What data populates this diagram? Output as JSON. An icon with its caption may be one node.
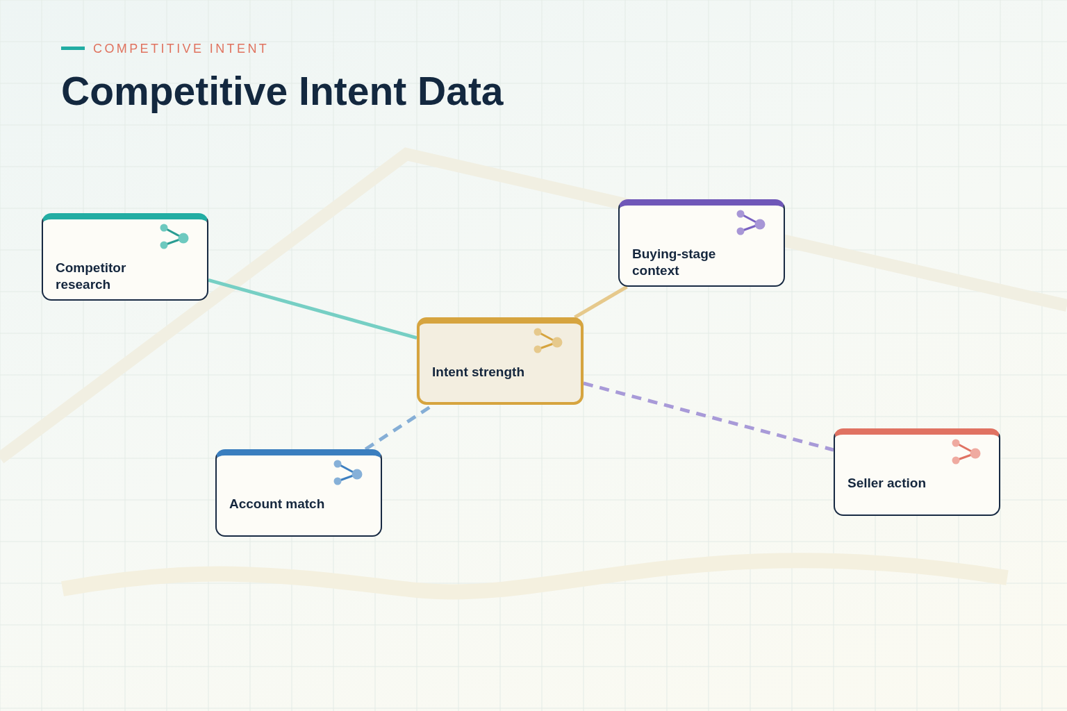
{
  "diagram": {
    "title": "Competitive Intent Data",
    "nodes": [
      {
        "text": [
          "Competitor research"
        ]
      },
      {
        "text": [
          "Buying-stage context"
        ]
      },
      {
        "text": [
          "Intent strength"
        ]
      },
      {
        "text": [
          "Account match"
        ]
      },
      {
        "text": [
          "Seller action"
        ]
      }
    ],
    "edges": [
      {
        "from": 0,
        "to": 2,
        "arrow": "none",
        "color": "#76cfc4"
      },
      {
        "from": 1,
        "to": 2,
        "arrow": "none",
        "color": "#e6c98c"
      },
      {
        "from": 3,
        "to": 2,
        "arrow": "none",
        "style": "dashed",
        "color": "#85aed6"
      },
      {
        "from": 2,
        "to": 4,
        "arrow": "none",
        "style": "dashed",
        "color": "#a89ad8"
      }
    ],
    "labels": [
      "COMPETITIVE INTENT"
    ]
  }
}
